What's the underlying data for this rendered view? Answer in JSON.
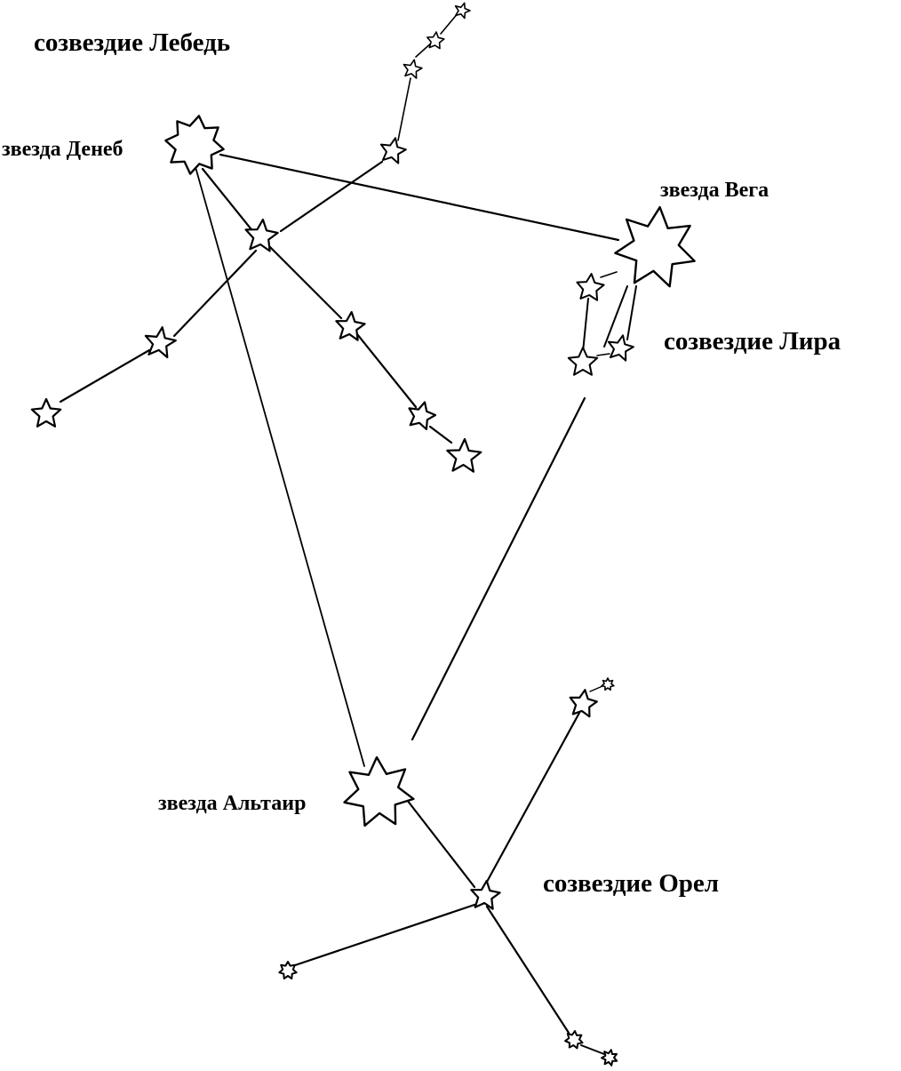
{
  "labels": {
    "cygnus": "созвездие Лебедь",
    "deneb": "звезда Денеб",
    "vega": "звезда Вега",
    "lyra": "созвездие Лира",
    "altair": "звезда Альтаир",
    "aquila": "созвездие Орел"
  },
  "colors": {
    "ink": "#000000",
    "paper": "#ffffff"
  }
}
